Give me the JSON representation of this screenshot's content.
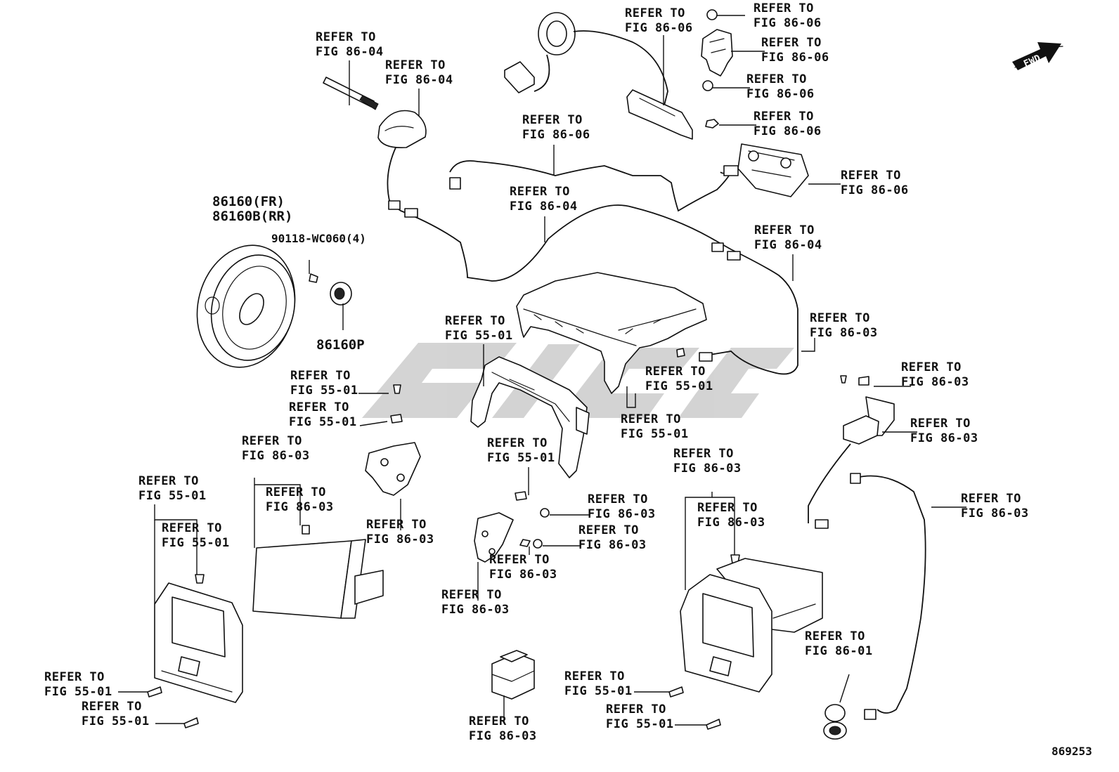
{
  "figure_number": "869253",
  "fwd_label": "FWD",
  "watermark_color": "#cfcfcf",
  "part_labels": {
    "speaker_fr": "86160(FR)",
    "speaker_rr": "86160B(RR)",
    "screw": "90118-WC060(4)",
    "speaker_part": "86160P"
  },
  "callouts": [
    {
      "line1": "REFER TO",
      "line2": "FIG 86-04"
    },
    {
      "line1": "REFER TO",
      "line2": "FIG 86-04"
    },
    {
      "line1": "REFER TO",
      "line2": "FIG 86-06"
    },
    {
      "line1": "REFER TO",
      "line2": "FIG 86-06"
    },
    {
      "line1": "REFER TO",
      "line2": "FIG 86-06"
    },
    {
      "line1": "REFER TO",
      "line2": "FIG 86-06"
    },
    {
      "line1": "REFER TO",
      "line2": "FIG 86-06"
    },
    {
      "line1": "REFER TO",
      "line2": "FIG 86-06"
    },
    {
      "line1": "REFER TO",
      "line2": "FIG 86-06"
    },
    {
      "line1": "REFER TO",
      "line2": "FIG 86-04"
    },
    {
      "line1": "REFER TO",
      "line2": "FIG 86-04"
    },
    {
      "line1": "REFER TO",
      "line2": "FIG 86-03"
    },
    {
      "line1": "REFER TO",
      "line2": "FIG 55-01"
    },
    {
      "line1": "REFER TO",
      "line2": "FIG 55-01"
    },
    {
      "line1": "REFER TO",
      "line2": "FIG 55-01"
    },
    {
      "line1": "REFER TO",
      "line2": "FIG 55-01"
    },
    {
      "line1": "REFER TO",
      "line2": "FIG 55-01"
    },
    {
      "line1": "REFER TO",
      "line2": "FIG 86-03"
    },
    {
      "line1": "REFER TO",
      "line2": "FIG 86-03"
    },
    {
      "line1": "REFER TO",
      "line2": "FIG 86-03"
    },
    {
      "line1": "REFER TO",
      "line2": "FIG 86-03"
    },
    {
      "line1": "REFER TO",
      "line2": "FIG 55-01"
    },
    {
      "line1": "REFER TO",
      "line2": "FIG 55-01"
    },
    {
      "line1": "REFER TO",
      "line2": "FIG 86-03"
    },
    {
      "line1": "REFER TO",
      "line2": "FIG 55-01"
    },
    {
      "line1": "REFER TO",
      "line2": "FIG 86-03"
    },
    {
      "line1": "REFER TO",
      "line2": "FIG 86-03"
    },
    {
      "line1": "REFER TO",
      "line2": "FIG 86-03"
    },
    {
      "line1": "REFER TO",
      "line2": "FIG 86-03"
    },
    {
      "line1": "REFER TO",
      "line2": "FIG 86-03"
    },
    {
      "line1": "REFER TO",
      "line2": "FIG 86-03"
    },
    {
      "line1": "REFER TO",
      "line2": "FIG 86-03"
    },
    {
      "line1": "REFER TO",
      "line2": "FIG 55-01"
    },
    {
      "line1": "REFER TO",
      "line2": "FIG 55-01"
    },
    {
      "line1": "REFER TO",
      "line2": "FIG 86-01"
    },
    {
      "line1": "REFER TO",
      "line2": "FIG 55-01"
    },
    {
      "line1": "REFER TO",
      "line2": "FIG 55-01"
    },
    {
      "line1": "REFER TO",
      "line2": "FIG 86-03"
    }
  ]
}
